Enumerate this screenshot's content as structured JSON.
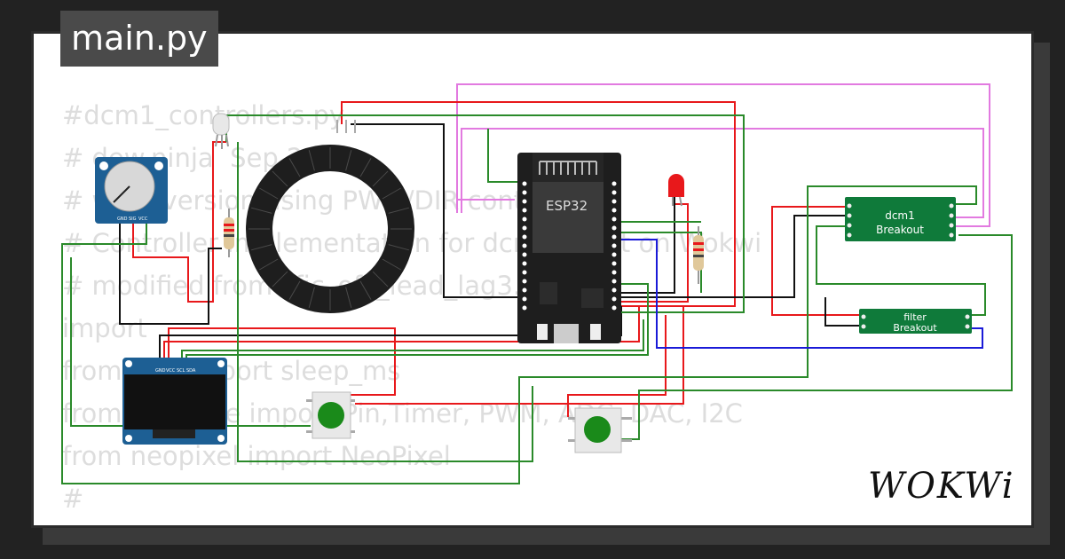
{
  "file_tab": {
    "label": "main.py"
  },
  "code_lines": [
    "#dcm1_controllers.py",
    "# dew.ninja  Sep 2023",
    "# w      version using PWM/DIR control",
    "# Controller implementation for dcm1 robot on Wokwi",
    "# modified from sfic_ofc_lead_lag3.py",
    "",
    "import",
    "from        import sleep_ms",
    "from machine import Pin,Timer, PWM, ADC, DAC, I2C",
    "from neopixel import NeoPixel",
    "#"
  ],
  "components": {
    "esp32_label": "ESP32",
    "dcm1_breakout": [
      "dcm1",
      "Breakout"
    ],
    "filter_breakout": [
      "filter",
      "Breakout"
    ],
    "potentiometer_pins": [
      "GND",
      "SIG",
      "VCC"
    ],
    "oled_pins": [
      "GND",
      "VCC",
      "SCL",
      "SDA"
    ]
  },
  "brand": {
    "logo_text": "WOKWi"
  },
  "colors": {
    "wire_red": "#e8181b",
    "wire_green": "#2a8a2a",
    "wire_black": "#111111",
    "wire_blue": "#1a1ad8",
    "wire_pink": "#e27ae0",
    "board_dark": "#1e1e1e",
    "module_green": "#0f7a3a",
    "pcb_blue": "#1d5f94"
  }
}
